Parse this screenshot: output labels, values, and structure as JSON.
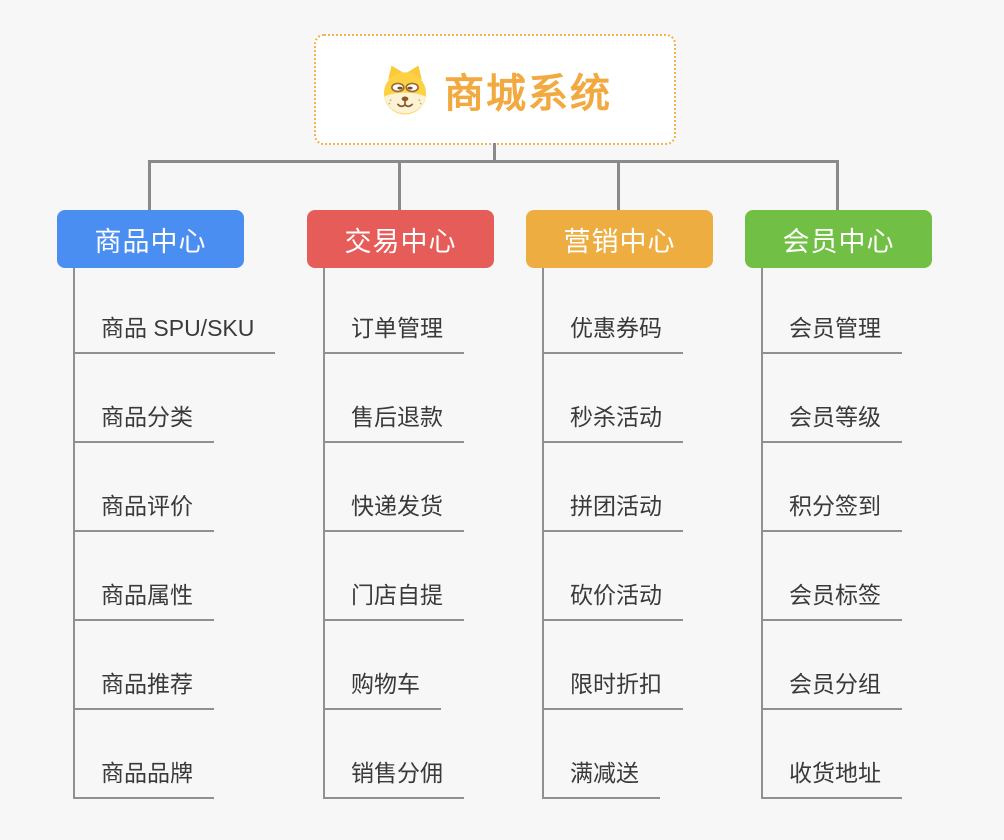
{
  "root": {
    "title": "商城系统",
    "icon": "dog-face-icon"
  },
  "colors": {
    "background": "#F7F7F7",
    "root_accent": "#F2A93F",
    "root_border": "#F3B14E",
    "connector": "#8A8A8A",
    "child_line": "#909090",
    "child_text": "#3A3A3A"
  },
  "branches": [
    {
      "label": "商品中心",
      "color": "#4B8EF1",
      "children": [
        "商品 SPU/SKU",
        "商品分类",
        "商品评价",
        "商品属性",
        "商品推荐",
        "商品品牌"
      ]
    },
    {
      "label": "交易中心",
      "color": "#E65C59",
      "children": [
        "订单管理",
        "售后退款",
        "快递发货",
        "门店自提",
        "购物车",
        "销售分佣"
      ]
    },
    {
      "label": "营销中心",
      "color": "#EDAD40",
      "children": [
        "优惠券码",
        "秒杀活动",
        "拼团活动",
        "砍价活动",
        "限时折扣",
        "满减送"
      ]
    },
    {
      "label": "会员中心",
      "color": "#72BF45",
      "children": [
        "会员管理",
        "会员等级",
        "积分签到",
        "会员标签",
        "会员分组",
        "收货地址"
      ]
    }
  ]
}
